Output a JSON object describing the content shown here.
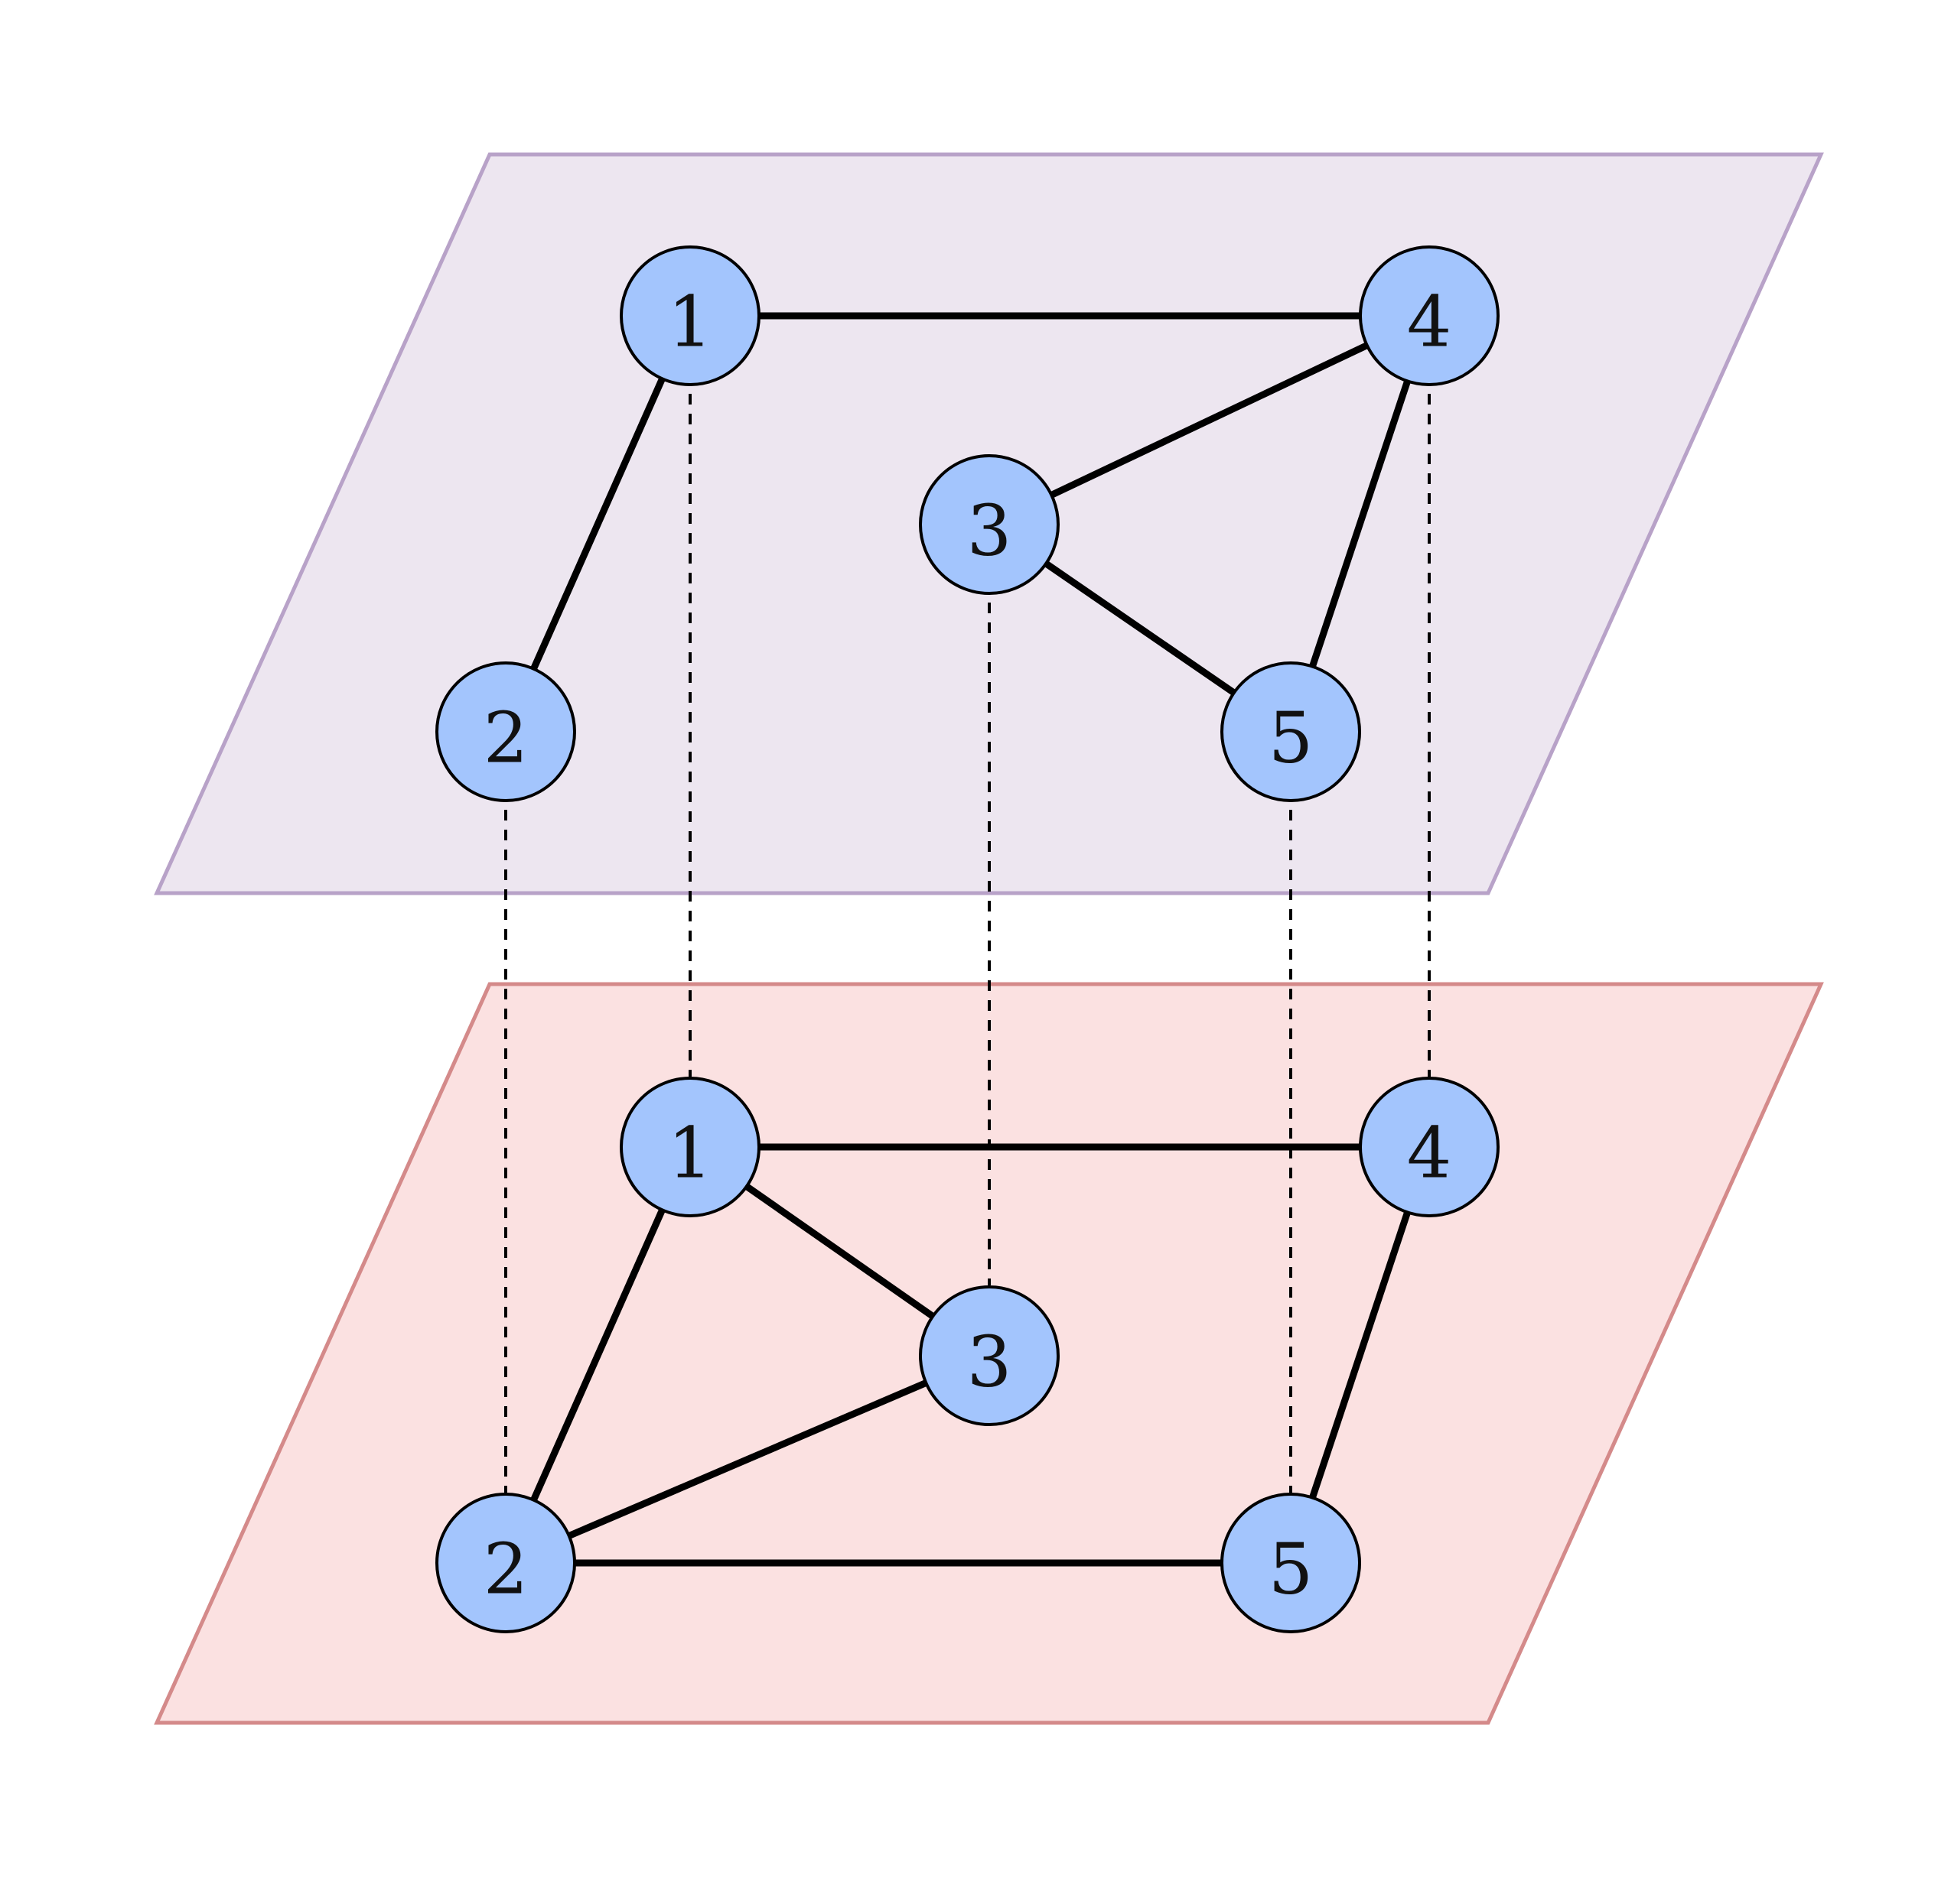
{
  "colors": {
    "top_layer_fill": "#ede6f0",
    "top_layer_stroke": "#b8a2c8",
    "bottom_layer_fill": "#fbe1e1",
    "bottom_layer_stroke": "#d48a8a",
    "node_fill": "#a3c5fd",
    "node_stroke": "#000000",
    "edge": "#000000",
    "interlayer_link": "#000000"
  },
  "layers": [
    {
      "id": "top",
      "nodes": [
        {
          "id": "1",
          "label": "1"
        },
        {
          "id": "2",
          "label": "2"
        },
        {
          "id": "3",
          "label": "3"
        },
        {
          "id": "4",
          "label": "4"
        },
        {
          "id": "5",
          "label": "5"
        }
      ],
      "edges": [
        [
          "1",
          "4"
        ],
        [
          "1",
          "2"
        ],
        [
          "4",
          "3"
        ],
        [
          "4",
          "5"
        ],
        [
          "3",
          "5"
        ]
      ]
    },
    {
      "id": "bottom",
      "nodes": [
        {
          "id": "1",
          "label": "1"
        },
        {
          "id": "2",
          "label": "2"
        },
        {
          "id": "3",
          "label": "3"
        },
        {
          "id": "4",
          "label": "4"
        },
        {
          "id": "5",
          "label": "5"
        }
      ],
      "edges": [
        [
          "1",
          "4"
        ],
        [
          "1",
          "2"
        ],
        [
          "1",
          "3"
        ],
        [
          "2",
          "3"
        ],
        [
          "2",
          "5"
        ],
        [
          "4",
          "5"
        ]
      ]
    }
  ],
  "interlayer_links": [
    "1",
    "2",
    "3",
    "4",
    "5"
  ]
}
